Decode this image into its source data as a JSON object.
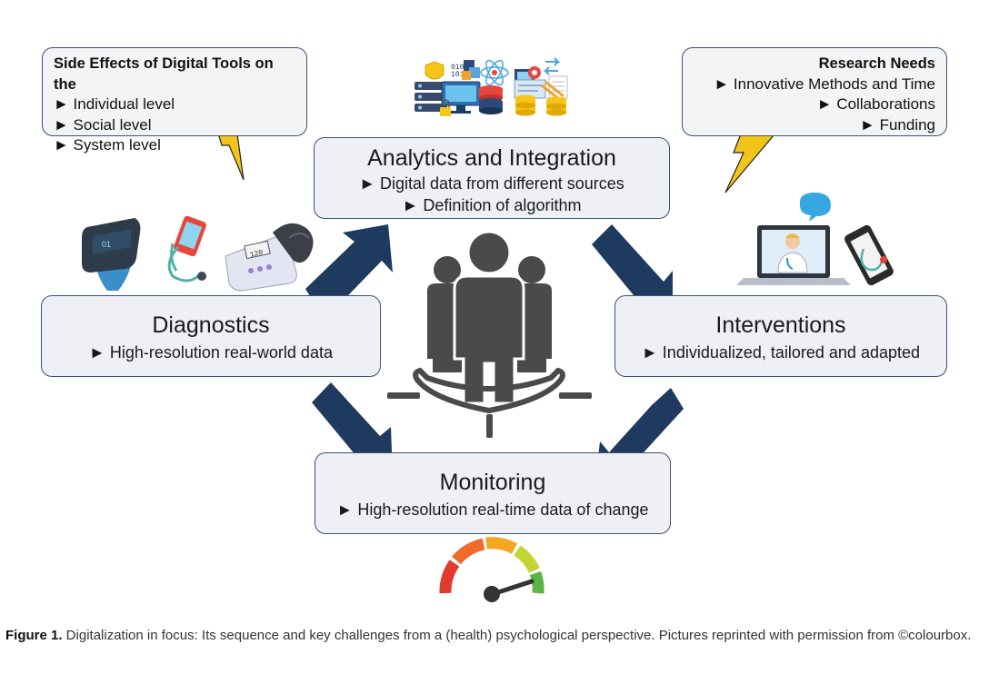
{
  "side_effects": {
    "title": "Side Effects of Digital Tools on the",
    "items": [
      "► Individual level",
      "► Social level",
      "► System level"
    ]
  },
  "research_needs": {
    "title": "Research Needs",
    "items": [
      "► Innovative Methods and Time",
      "► Collaborations",
      "► Funding"
    ]
  },
  "analytics": {
    "title": "Analytics and Integration",
    "lines": [
      "► Digital data from different sources",
      "► Definition of algorithm"
    ]
  },
  "diagnostics": {
    "title": "Diagnostics",
    "lines": [
      "► High-resolution real-world data"
    ]
  },
  "interventions": {
    "title": "Interventions",
    "lines": [
      "► Individualized, tailored and adapted"
    ]
  },
  "monitoring": {
    "title": "Monitoring",
    "lines": [
      "► High-resolution real-time data of change"
    ]
  },
  "caption": {
    "label": "Figure 1.",
    "text": " Digitalization in focus: Its sequence and key challenges from a (health) psychological perspective. Pictures reprinted with permission from ©colourbox."
  },
  "colors": {
    "arrow": "#1f3a5f",
    "box_border": "#3d5175",
    "box_fill": "#eef0f5",
    "people": "#4a4a4a",
    "lightning": "#f0c41b"
  },
  "icons": [
    "lightning-bolt-icon",
    "data-analytics-icons",
    "group-of-people-icon",
    "fitness-tracker-icon",
    "smartphone-stethoscope-icon",
    "blood-pressure-monitor-icon",
    "telemedicine-laptop-icon",
    "phone-stethoscope-icon",
    "gauge-meter-icon"
  ]
}
